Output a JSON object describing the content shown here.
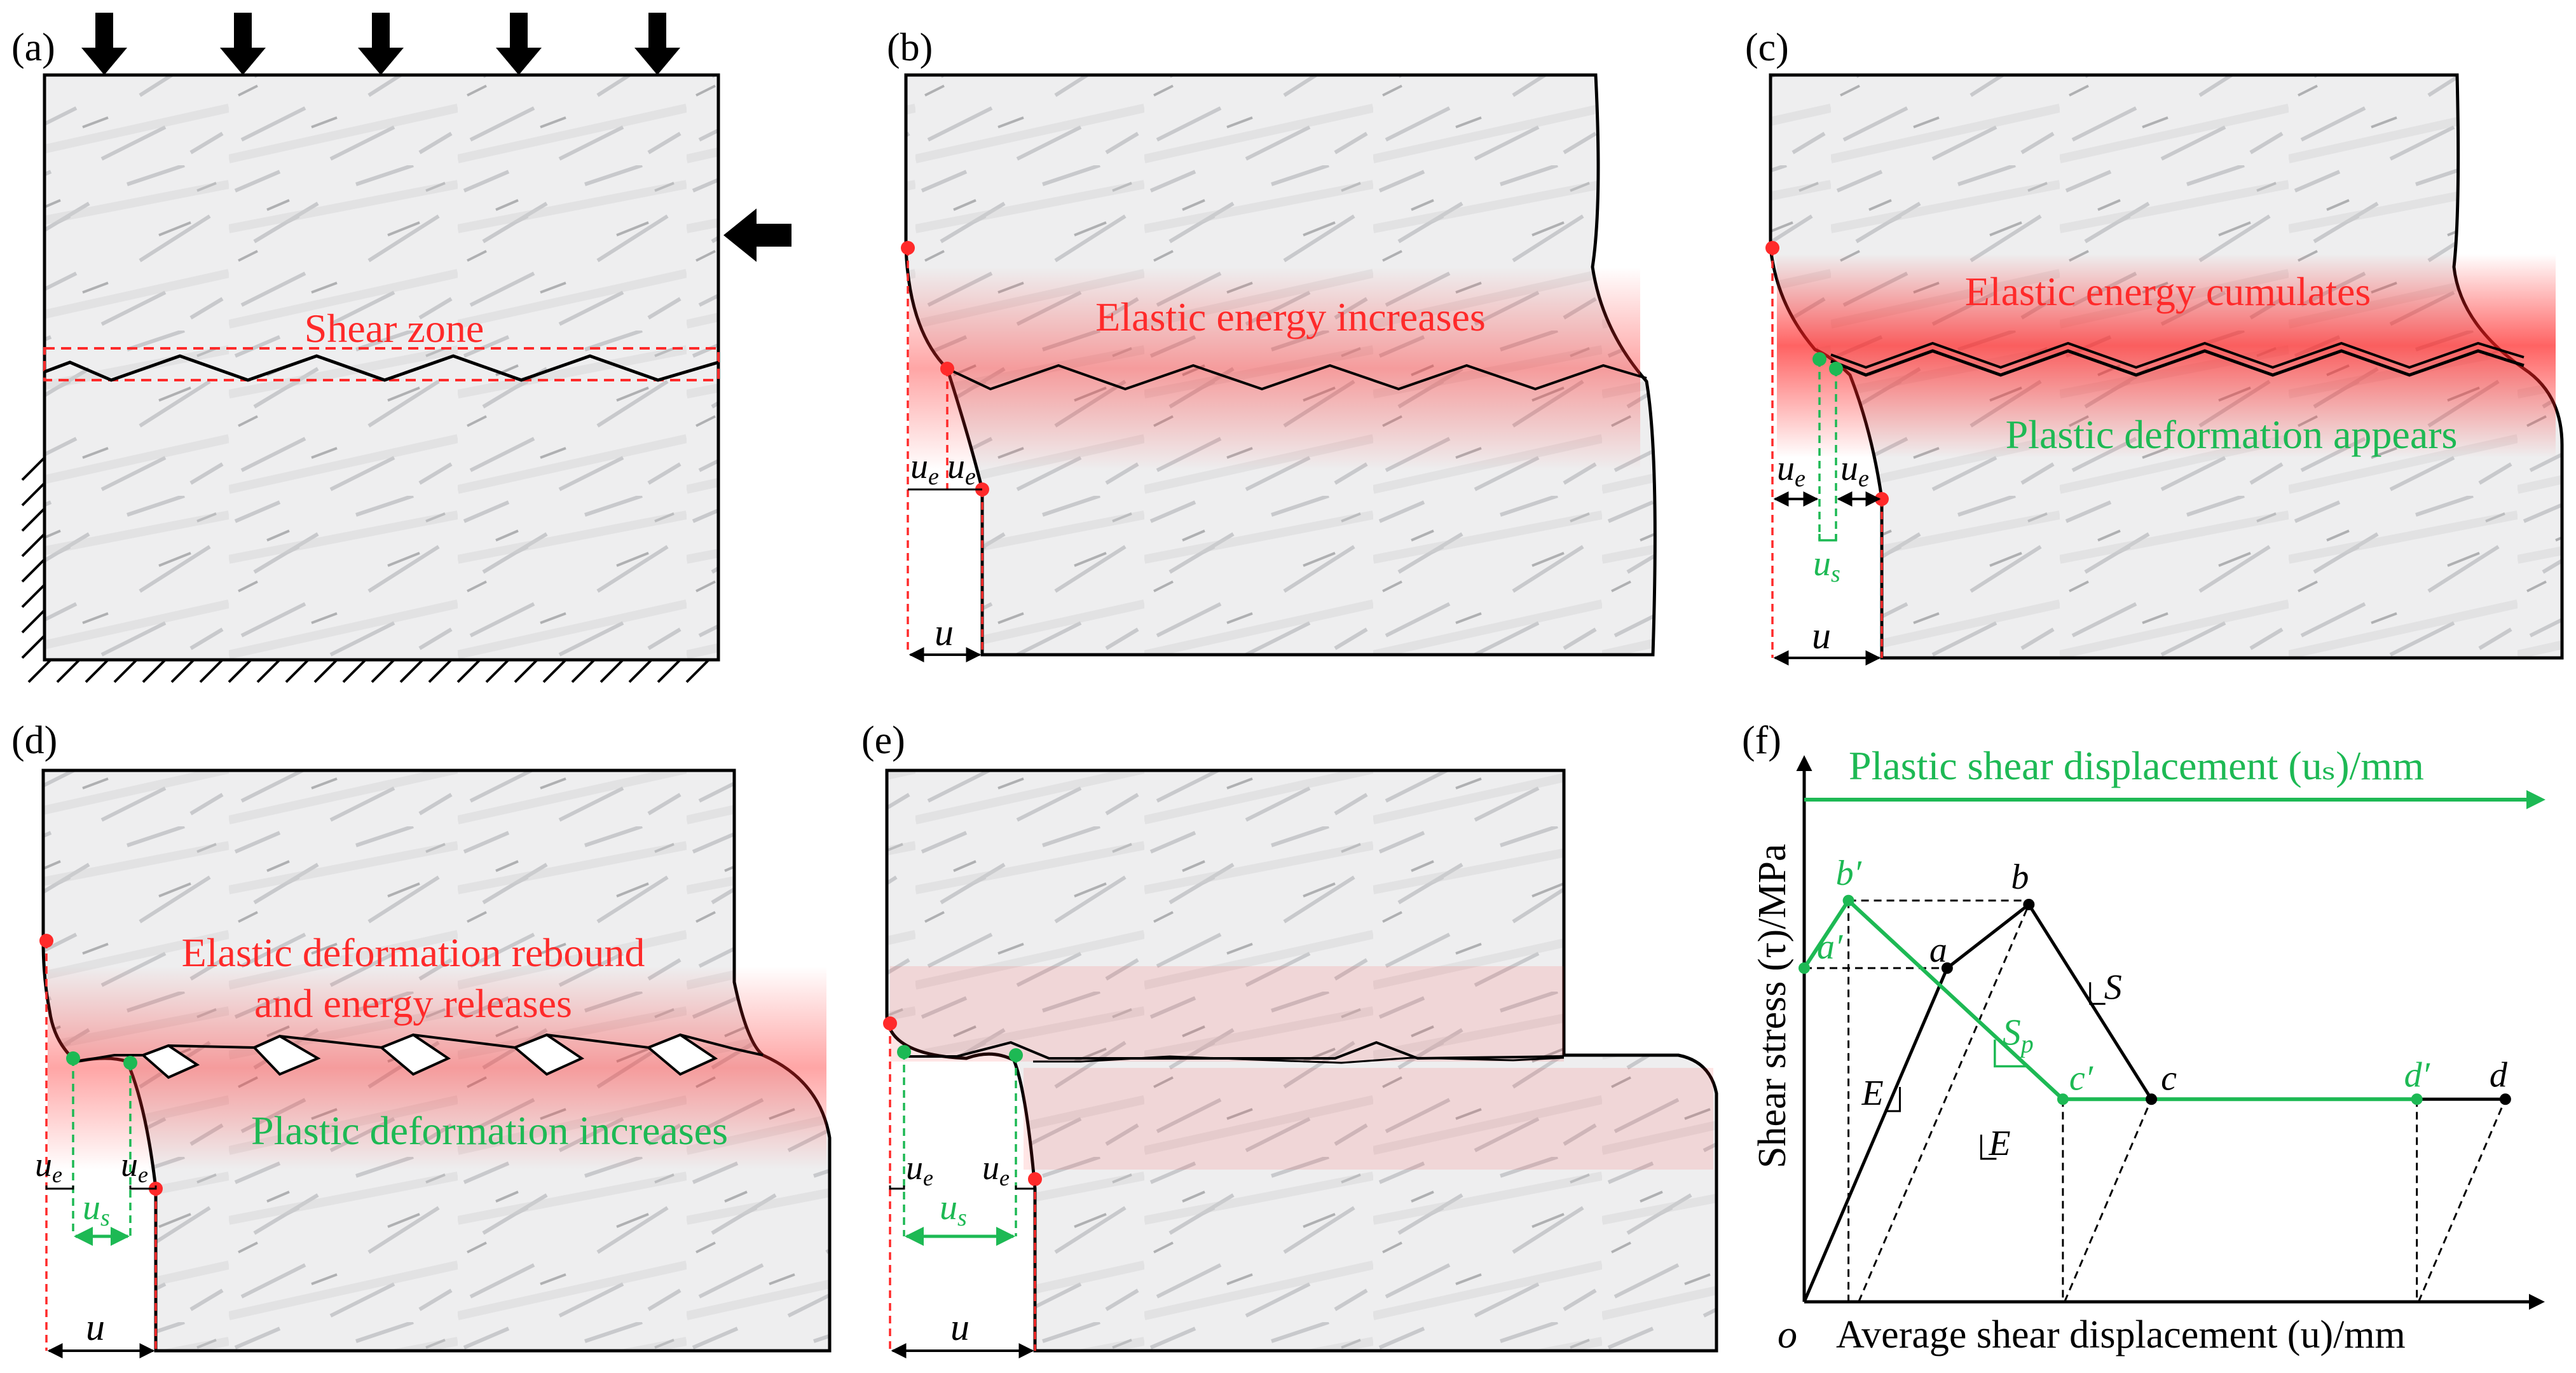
{
  "panels": {
    "a": {
      "label": "(a)",
      "zone_label": "Shear zone"
    },
    "b": {
      "label": "(b)",
      "note": "Elastic energy increases",
      "ue_left": "u",
      "ue_right": "u",
      "ue_sub": "e",
      "u_label": "u"
    },
    "c": {
      "label": "(c)",
      "note1": "Elastic energy cumulates",
      "note2": "Plastic deformation appears",
      "ue_left": "u",
      "ue_right": "u",
      "ue_sub": "e",
      "us_label": "u",
      "us_sub": "s",
      "u_label": "u"
    },
    "d": {
      "label": "(d)",
      "note1a": "Elastic deformation rebound",
      "note1b": "and energy releases",
      "note2": "Plastic deformation increases",
      "ue_left": "u",
      "ue_right": "u",
      "ue_sub": "e",
      "us_label": "u",
      "us_sub": "s",
      "u_label": "u"
    },
    "e": {
      "label": "(e)",
      "ue_left": "u",
      "ue_right": "u",
      "ue_sub": "e",
      "us_label": "u",
      "us_sub": "s",
      "u_label": "u"
    },
    "f": {
      "label": "(f)"
    }
  },
  "chart_data": {
    "type": "line",
    "title": "",
    "top_axis_label": "Plastic shear displacement (uₛ)/mm",
    "xlabel": "Average shear displacement (u)/mm",
    "ylabel": "Shear stress (τ)/MPa",
    "origin_label": "o",
    "xlim": [
      0,
      10.6
    ],
    "ylim": [
      0,
      6.4
    ],
    "series": [
      {
        "name": "",
        "color": "#000000",
        "points": [
          {
            "label": "o",
            "x": 0,
            "y": 0
          },
          {
            "label": "a",
            "x": 2.1,
            "y": 4.2
          },
          {
            "label": "b",
            "x": 3.3,
            "y": 5.0
          },
          {
            "label": "c",
            "x": 5.1,
            "y": 2.55
          },
          {
            "label": "d",
            "x": 10.3,
            "y": 2.55
          }
        ]
      },
      {
        "name": "",
        "color": "#1db954",
        "points": [
          {
            "label": "a′",
            "x": 0,
            "y": 4.2
          },
          {
            "label": "b′",
            "x": 0.65,
            "y": 5.05
          },
          {
            "label": "c′",
            "x": 3.8,
            "y": 2.55
          },
          {
            "label": "d′",
            "x": 9.0,
            "y": 2.55
          }
        ]
      }
    ],
    "guides_from_x": [
      0.65,
      3.8,
      9.0
    ],
    "annotations": {
      "E1": "E",
      "E2": "E",
      "S": "S",
      "Sp": "S",
      "Sp_sub": "p"
    }
  },
  "colors": {
    "red": "#ff2a2a",
    "green": "#1db954",
    "black": "#000000"
  }
}
